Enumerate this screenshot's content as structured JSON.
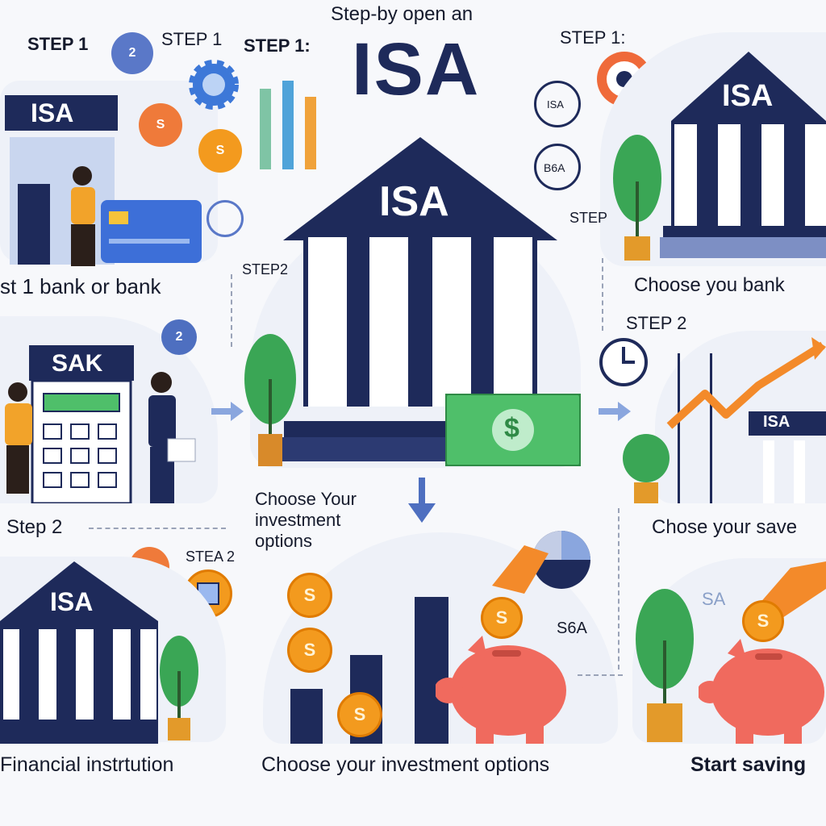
{
  "header": {
    "subtitle": "Step-by open an",
    "title": "ISA"
  },
  "steps": {
    "tl_step1": "STEP 1",
    "tl_step1b": "STEP 1",
    "top_step1": "STEP 1:",
    "tr_step1": "STEP 1:",
    "mid_step_small": "STEP",
    "center_step2": "STEP2",
    "right_step2": "STEP 2",
    "left_step2": "Step 2",
    "bottom_step2": "STEA 2"
  },
  "captions": {
    "left_top": "st 1 bank or bank",
    "right_top": "Choose you bank",
    "center_mid": "Choose Your investment options",
    "right_mid": "Chose your save",
    "bottom_left": "Financial instrtution",
    "bottom_center": "Choose your investment options",
    "bottom_right": "Start saving"
  },
  "signs": {
    "isa_center": "ISA",
    "isa_tr": "ISA",
    "isa_tl": "ISA",
    "isa_bl": "ISA",
    "isa_mr": "ISA",
    "sak": "SAK",
    "sa_br": "SA",
    "s6a": "S6A",
    "seal_isa": "ISA",
    "seal_b6a": "B6A",
    "dollar": "$",
    "coin": "S",
    "num2": "2"
  },
  "colors": {
    "navy": "#1e2a5a",
    "orange": "#f39a1e",
    "green": "#3aa655",
    "pink": "#f06a5e",
    "panel": "#eef1f8"
  }
}
